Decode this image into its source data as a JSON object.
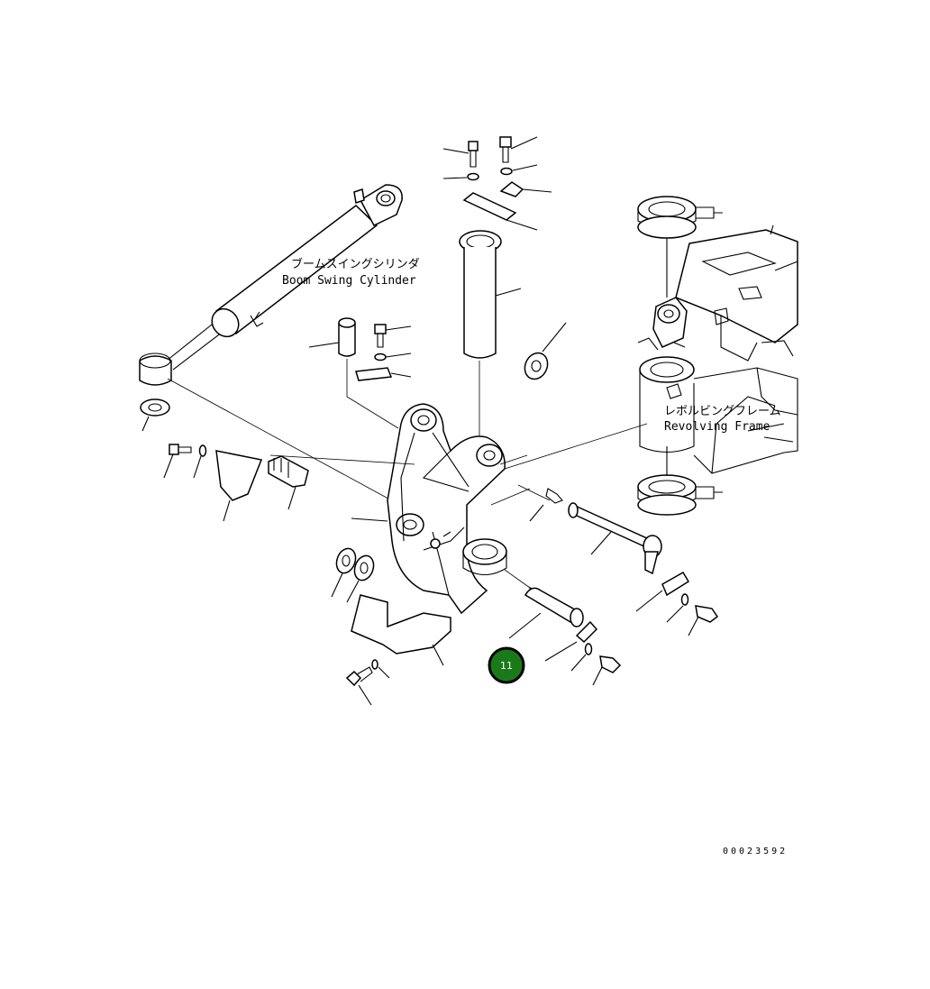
{
  "labels": {
    "boom_swing_cylinder_jp": "ブームスイングシリンダ",
    "boom_swing_cylinder_en": "Boom Swing Cylinder",
    "revolving_frame_jp": "レボルビングフレーム",
    "revolving_frame_en": "Revolving Frame"
  },
  "callout": {
    "number": "11",
    "color": "#1a7a1a",
    "ring_color": "#000000"
  },
  "drawing_number": "00023592"
}
